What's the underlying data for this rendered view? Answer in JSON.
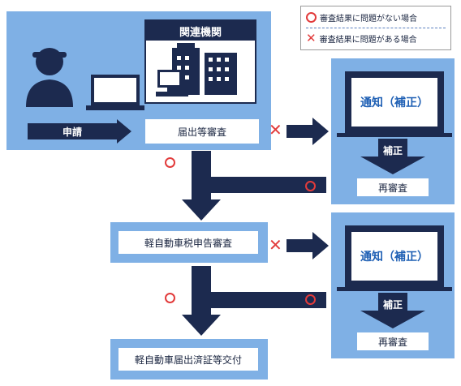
{
  "legend": {
    "ok_label": "審査結果に問題がない場合",
    "ng_label": "審査結果に問題がある場合"
  },
  "agency": {
    "title": "関連機関"
  },
  "flow": {
    "apply_label": "申請",
    "first_review": "届出等審査",
    "tax_review": "軽自動車税申告審査",
    "issue": "軽自動車届出済証等交付"
  },
  "notices": [
    {
      "title": "通知（補正）",
      "correction": "補正",
      "rereview": "再審査"
    },
    {
      "title": "通知（補正）",
      "correction": "補正",
      "rereview": "再審査"
    }
  ],
  "colors": {
    "panel": "#7fb0e5",
    "navy": "#1c2a4f",
    "ok": "#e23b3b",
    "ng": "#e23b3b"
  },
  "icons": [
    "person-icon",
    "laptop-icon",
    "building-icon",
    "computer-icon",
    "circle-icon",
    "cross-icon"
  ]
}
